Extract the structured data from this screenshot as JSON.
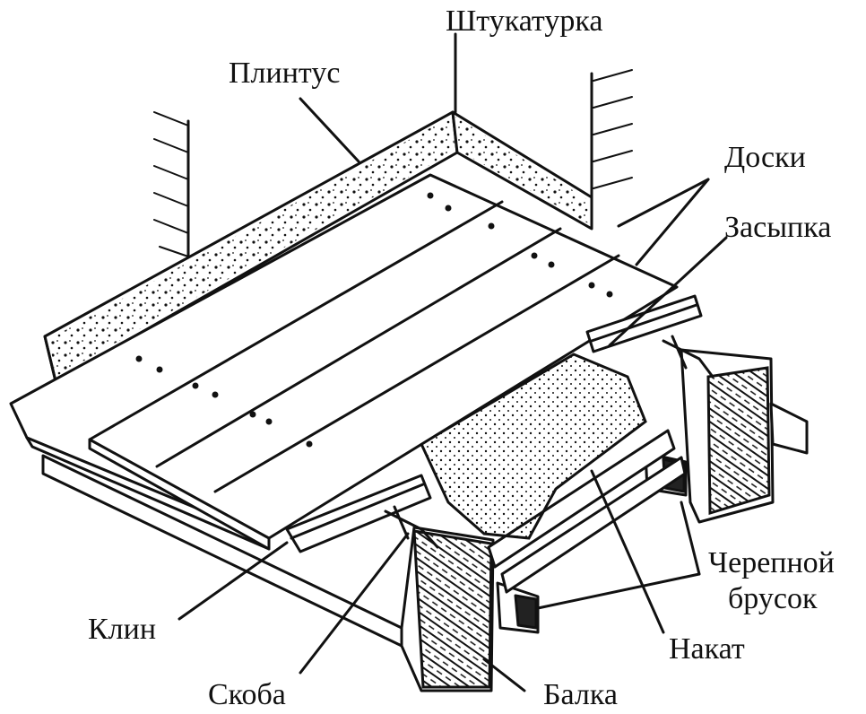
{
  "labels": {
    "plaster": "Штукатурка",
    "baseboard": "Плинтус",
    "boards": "Доски",
    "backfill": "Засыпка",
    "cranial_bar_line1": "Черепной",
    "cranial_bar_line2": "брусок",
    "roll": "Накат",
    "beam": "Балка",
    "staple": "Скоба",
    "wedge": "Клин"
  },
  "colors": {
    "ink": "#111111",
    "background": "#ffffff"
  }
}
